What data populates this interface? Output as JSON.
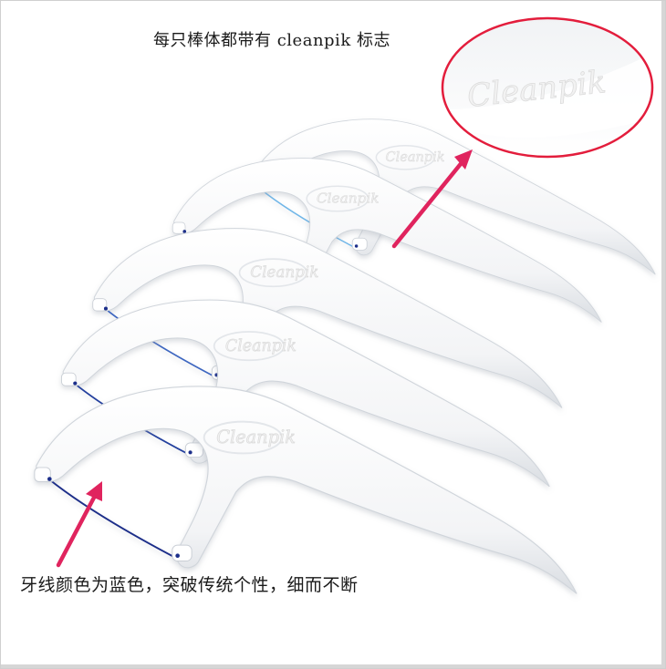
{
  "caption_top": "每只棒体都带有 cleanpik 标志",
  "caption_bottom": "牙线颜色为蓝色，突破传统个性，细而不断",
  "logo_text": "Cleanpik",
  "colors": {
    "arrow": "#e0245e",
    "callout_ring": "#e31d3c",
    "floss_light": "#6fb6e8",
    "floss_dark": "#1b2f8a",
    "handle": "#ffffff",
    "handle_shadow": "#d9dde2",
    "background": "#ffffff"
  },
  "icons": [
    "arrow-icon",
    "callout-ellipse-icon"
  ]
}
